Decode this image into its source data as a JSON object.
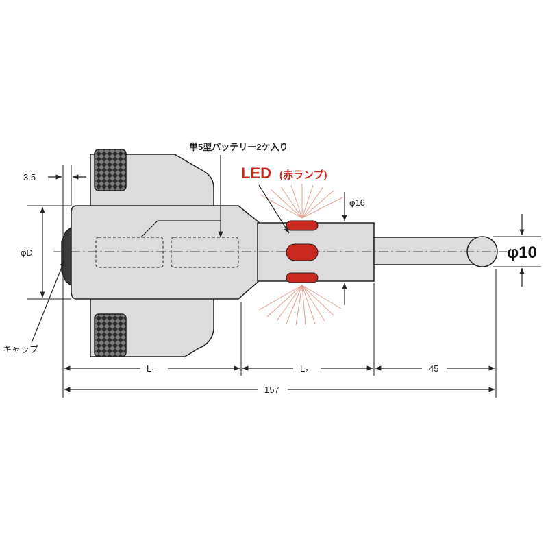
{
  "labels": {
    "battery": "単5型バッテリー2ケ入り",
    "led": "LED",
    "led_sub": "(赤ランプ)",
    "cap": "キャップ",
    "dim_3_5": "3.5",
    "dim_phiD": "φD",
    "dim_phi16": "φ16",
    "dim_phi10": "φ10",
    "dim_L1": "L₁",
    "dim_L2": "L₂",
    "dim_45": "45",
    "dim_157": "157"
  },
  "colors": {
    "body": "#dcdcdc",
    "outline": "#222222",
    "knurl": "#2b2b2b",
    "led": "#c8281e",
    "ray": "#e0a090"
  }
}
